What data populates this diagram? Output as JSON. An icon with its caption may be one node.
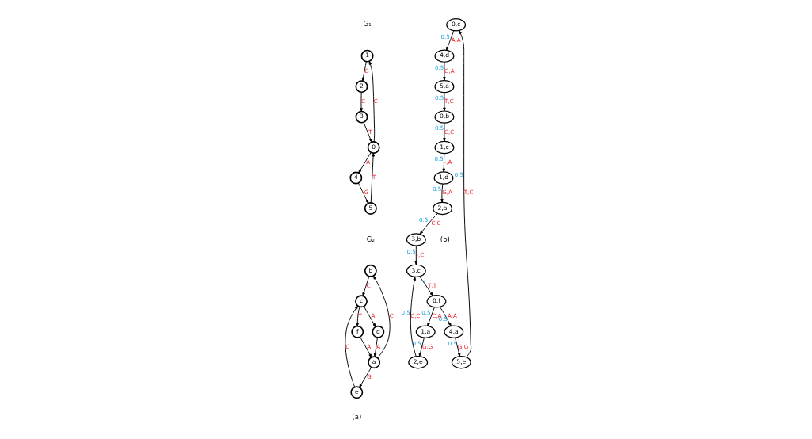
{
  "diagram": {
    "nodes": [
      {
        "text": [
          "1"
        ]
      },
      {
        "text": [
          "2"
        ]
      },
      {
        "text": [
          "3"
        ]
      },
      {
        "text": [
          "0"
        ]
      },
      {
        "text": [
          "4"
        ]
      },
      {
        "text": [
          "5"
        ]
      },
      {
        "text": [
          "b"
        ]
      },
      {
        "text": [
          "a"
        ]
      },
      {
        "text": [
          "f"
        ]
      },
      {
        "text": [
          "c"
        ]
      },
      {
        "text": [
          "d"
        ]
      },
      {
        "text": [
          "e"
        ]
      },
      {
        "text": [
          "0,c"
        ]
      },
      {
        "text": [
          "5,e"
        ]
      },
      {
        "text": [
          "4,d"
        ]
      },
      {
        "text": [
          "4,a"
        ]
      },
      {
        "text": [
          "5,a"
        ]
      },
      {
        "text": [
          "0,f"
        ]
      },
      {
        "text": [
          "1,a"
        ]
      },
      {
        "text": [
          "0,b"
        ]
      },
      {
        "text": [
          "3,c"
        ]
      },
      {
        "text": [
          "2,e"
        ]
      },
      {
        "text": [
          "1,c"
        ]
      },
      {
        "text": [
          "3,b"
        ]
      },
      {
        "text": [
          "1,d"
        ]
      },
      {
        "text": [
          "2,a"
        ]
      }
    ],
    "edges": [
      {
        "from": 3,
        "to": 0,
        "arrow": "to",
        "label": "C"
      },
      {
        "from": 0,
        "to": 1,
        "arrow": "to",
        "label": "G"
      },
      {
        "from": 1,
        "to": 2,
        "arrow": "to",
        "label": "C"
      },
      {
        "from": 2,
        "to": 3,
        "arrow": "to",
        "label": "T"
      },
      {
        "from": 3,
        "to": 4,
        "arrow": "to",
        "label": "A"
      },
      {
        "from": 4,
        "to": 5,
        "arrow": "to",
        "label": "G"
      },
      {
        "from": 5,
        "to": 3,
        "arrow": "to",
        "label": "T"
      },
      {
        "from": 7,
        "to": 6,
        "arrow": "to",
        "label": "C"
      },
      {
        "from": 6,
        "to": 9,
        "arrow": "to",
        "label": "C"
      },
      {
        "from": 8,
        "to": 7,
        "arrow": "to",
        "label": "A"
      },
      {
        "from": 9,
        "to": 8,
        "arrow": "to",
        "label": "T"
      },
      {
        "from": 10,
        "to": 7,
        "arrow": "to",
        "label": "A"
      },
      {
        "from": 7,
        "to": 11,
        "arrow": "to",
        "label": "G"
      },
      {
        "from": 9,
        "to": 10,
        "arrow": "to",
        "label": "A"
      },
      {
        "from": 11,
        "to": 9,
        "arrow": "to",
        "label": "C"
      },
      {
        "from": 17,
        "to": 15,
        "arrow": "to",
        "label": "A,A"
      },
      {
        "from": 15,
        "to": 13,
        "arrow": "to",
        "label": "G,G"
      },
      {
        "from": 13,
        "to": 12,
        "arrow": "to",
        "label": "T,C"
      },
      {
        "from": 12,
        "to": 14,
        "arrow": "to",
        "label": "A,A"
      },
      {
        "from": 14,
        "to": 16,
        "arrow": "to",
        "label": "G,A"
      },
      {
        "from": 16,
        "to": 19,
        "arrow": "to",
        "label": "T,C"
      },
      {
        "from": 19,
        "to": 22,
        "arrow": "to",
        "label": "C,C"
      },
      {
        "from": 22,
        "to": 24,
        "arrow": "to",
        "label": "-,A"
      },
      {
        "from": 24,
        "to": 25,
        "arrow": "to",
        "label": "G,A"
      },
      {
        "from": 25,
        "to": 23,
        "arrow": "to",
        "label": "C,C"
      },
      {
        "from": 23,
        "to": 20,
        "arrow": "to",
        "label": "-,C"
      },
      {
        "from": 20,
        "to": 17,
        "arrow": "to",
        "label": "T,T"
      },
      {
        "from": 17,
        "to": 18,
        "arrow": "to",
        "label": "C,A"
      },
      {
        "from": 18,
        "to": 21,
        "arrow": "to",
        "label": "G,G"
      },
      {
        "from": 21,
        "to": 20,
        "arrow": "to",
        "label": "C,C"
      }
    ],
    "labels": [
      "G₁",
      "G₂",
      "0.5",
      "0.5",
      "0.5",
      "0.5",
      "0.5",
      "0.5",
      "0.5",
      "0.5",
      "0.5",
      "0.5",
      "0.5",
      "1",
      "0.5",
      "0.5",
      "0.5",
      "(a)",
      "(b)"
    ]
  }
}
